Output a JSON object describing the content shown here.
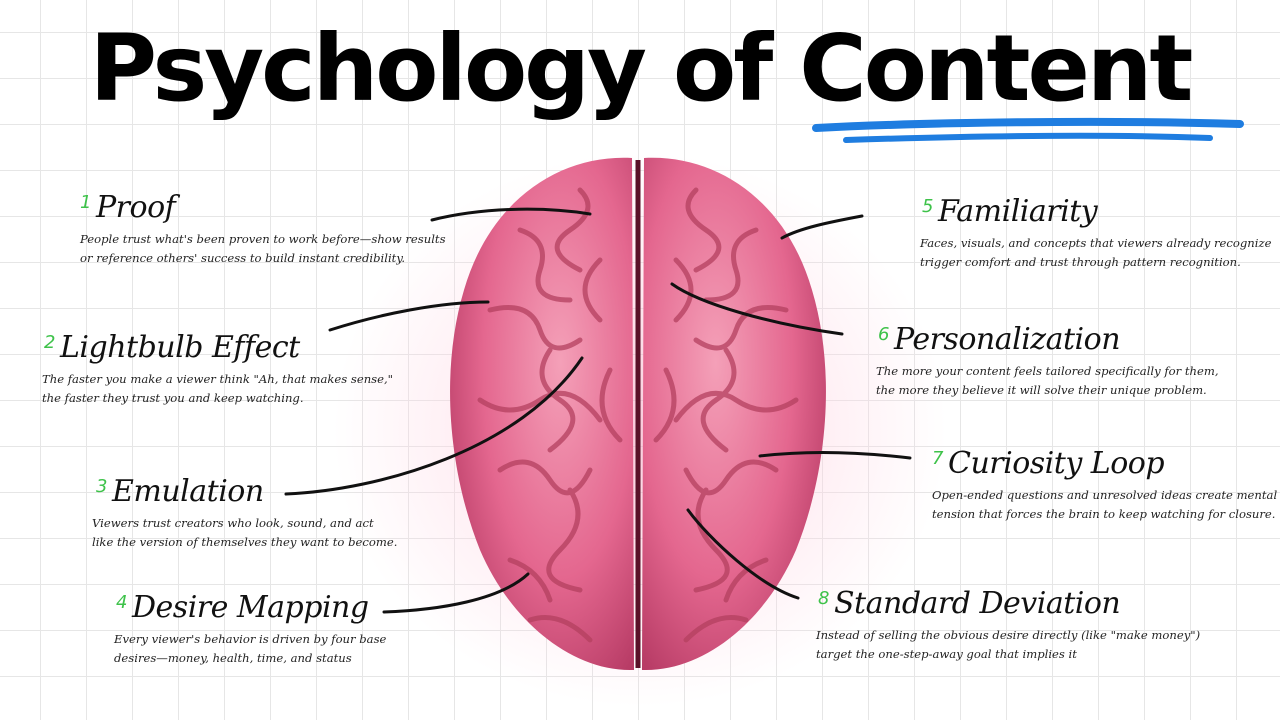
{
  "title": "Psychology of Content",
  "colors": {
    "accent_green": "#3ec24a",
    "underline_blue": "#1f7de0",
    "brain_pink": "#e4678f",
    "grid": "#e6e6e6"
  },
  "items": [
    {
      "number": "1",
      "heading": "Proof",
      "desc1": "People trust what's been proven to work before—show results",
      "desc2": "or reference others' success to build instant credibility."
    },
    {
      "number": "2",
      "heading": "Lightbulb Effect",
      "desc1": "The faster you make a viewer think \"Ah, that makes sense,\"",
      "desc2": "the faster they trust you and keep watching."
    },
    {
      "number": "3",
      "heading": "Emulation",
      "desc1": "Viewers trust creators who look, sound, and act",
      "desc2": "like the version of themselves they want to become."
    },
    {
      "number": "4",
      "heading": "Desire Mapping",
      "desc1": "Every viewer's behavior is driven by four base",
      "desc2": "desires—money, health, time, and status"
    },
    {
      "number": "5",
      "heading": "Familiarity",
      "desc1": "Faces, visuals, and concepts that viewers already recognize",
      "desc2": "trigger comfort and trust through pattern recognition."
    },
    {
      "number": "6",
      "heading": "Personalization",
      "desc1": "The more your content feels tailored specifically for them,",
      "desc2": "the more they believe it will solve their unique problem."
    },
    {
      "number": "7",
      "heading": "Curiosity Loop",
      "desc1": "Open-ended questions and unresolved ideas create mental",
      "desc2": "tension that forces the brain to keep watching for closure."
    },
    {
      "number": "8",
      "heading": "Standard Deviation",
      "desc1": "Instead of selling the obvious desire directly (like \"make money\")",
      "desc2": "target the one-step-away goal that implies it"
    }
  ]
}
